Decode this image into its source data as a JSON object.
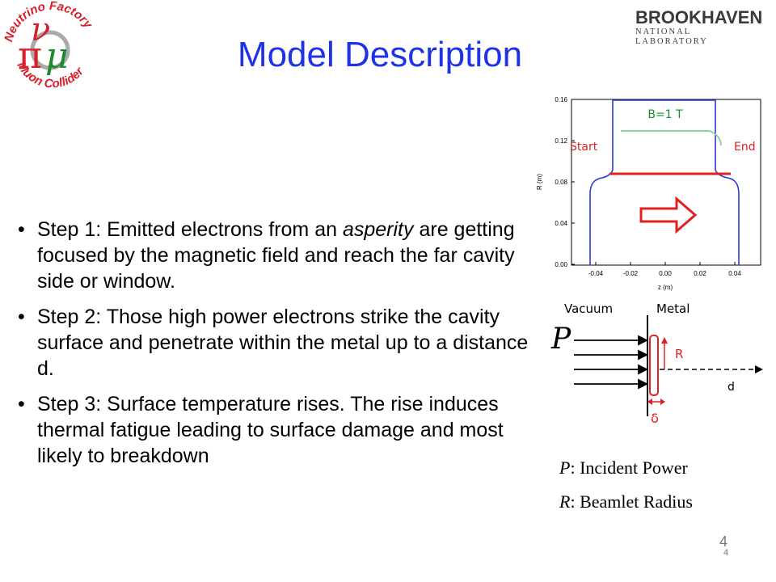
{
  "logo_left": {
    "top_text": "Neutrino Factory",
    "bottom_text": "Muon Collider",
    "symbols": [
      "π",
      "μ",
      "ν"
    ]
  },
  "logo_right": {
    "name": "BROOKHAVEN",
    "subtitle": "NATIONAL LABORATORY"
  },
  "title": "Model Description",
  "bullets": [
    {
      "before": "Step 1: Emitted electrons from an ",
      "emph": "asperity",
      "after": " are getting focused by the magnetic field and reach the far cavity side or window."
    },
    {
      "before": "Step 2: Those high power electrons  strike the cavity surface and penetrate within the metal up to a distance d.",
      "emph": "",
      "after": ""
    },
    {
      "before": "Step 3: Surface temperature rises. The rise induces thermal fatigue leading to surface damage and most likely to breakdown",
      "emph": "",
      "after": ""
    }
  ],
  "plot": {
    "ylabel": "R (m)",
    "xlabel": "z (m)",
    "yticks": [
      "0.16",
      "0.12",
      "0.08",
      "0.04",
      "0.00"
    ],
    "xticks": [
      "-0.04",
      "-0.02",
      "0.00",
      "0.02",
      "0.04"
    ],
    "field_label": "B=1 T",
    "start_label": "Start",
    "end_label": "End"
  },
  "diagram": {
    "vacuum": "Vacuum",
    "metal": "Metal",
    "P": "P",
    "R": "R",
    "d": "d",
    "delta": "δ"
  },
  "legend": {
    "p_sym": "P",
    "p_text": ": Incident Power",
    "r_sym": "R",
    "r_text": ": Beamlet Radius"
  },
  "page_numbers": [
    "4",
    "4"
  ],
  "colors": {
    "title": "#1f33e6",
    "cavity": "#2a3bd6",
    "field": "#1a8a2a",
    "red": "#e02020"
  }
}
